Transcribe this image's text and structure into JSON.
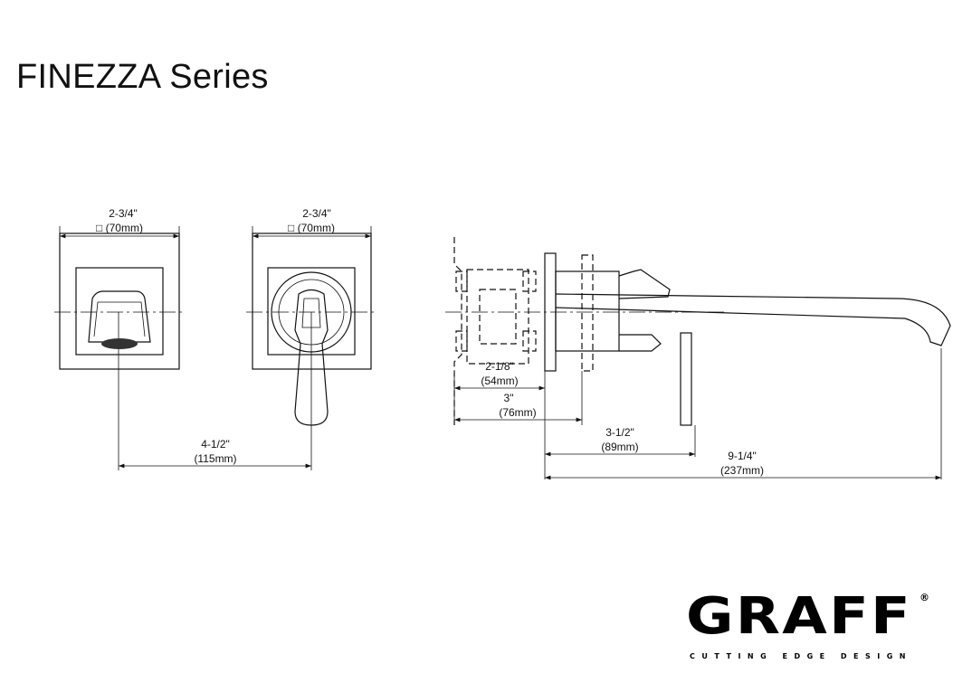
{
  "title": "FINEZZA Series",
  "dimensions": {
    "front_width_1": {
      "imperial": "2-3/4\"",
      "metric": "□ (70mm)"
    },
    "front_width_2": {
      "imperial": "2-3/4\"",
      "metric": "□ (70mm)"
    },
    "center_distance": {
      "imperial": "4-1/2\"",
      "metric": "(115mm)"
    },
    "wall_depth_min": {
      "imperial": "2-1/8\"",
      "metric": "(54mm)"
    },
    "wall_depth_max": {
      "imperial": "3\"",
      "metric": "(76mm)"
    },
    "handle_projection": {
      "imperial": "3-1/2\"",
      "metric": "(89mm)"
    },
    "spout_reach": {
      "imperial": "9-1/4\"",
      "metric": "(237mm)"
    }
  },
  "logo": {
    "brand": "GRAFF",
    "registered": "®",
    "tagline": "CUTTING EDGE DESIGN"
  }
}
